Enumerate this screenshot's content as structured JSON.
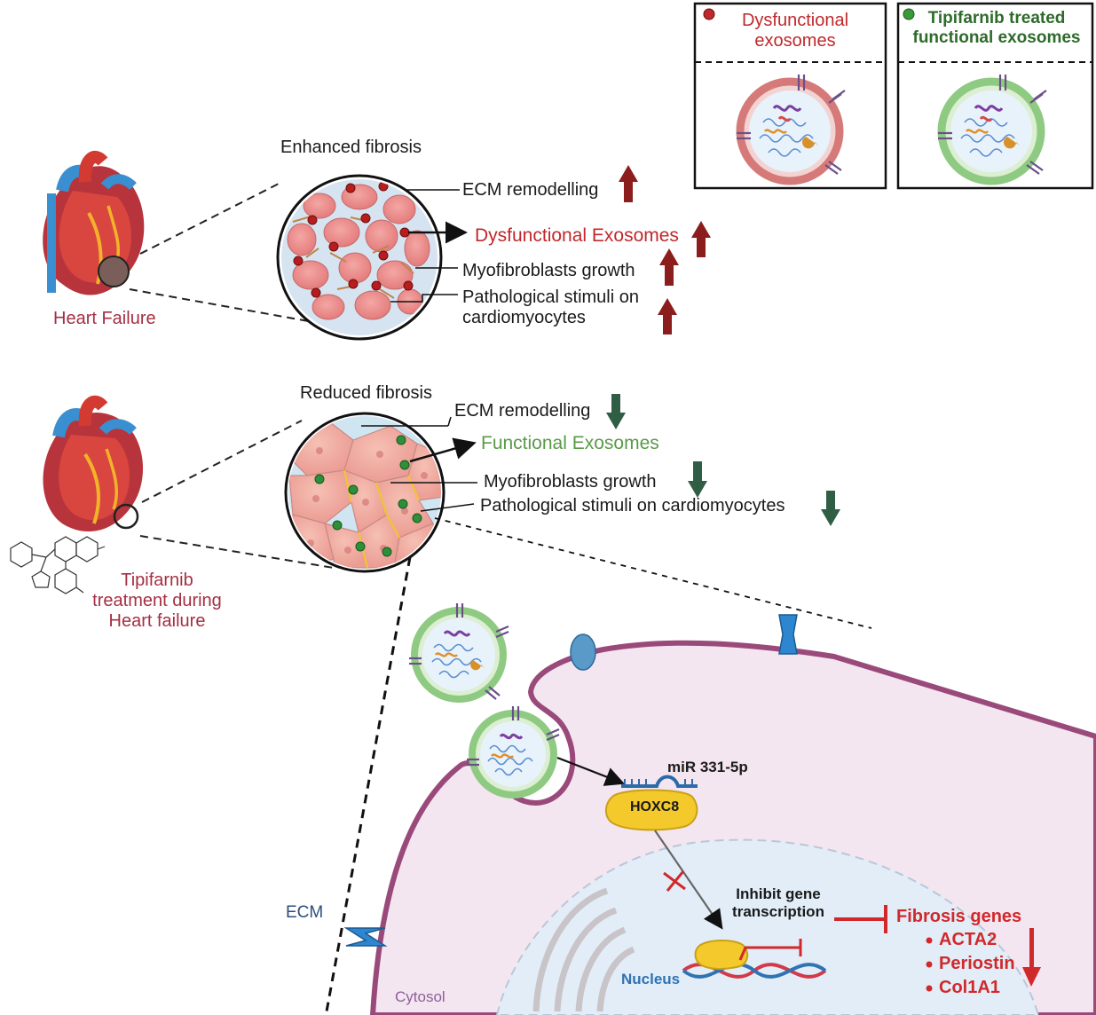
{
  "legend": {
    "dysfunctional": {
      "title": "Dysfunctional exosomes",
      "dot_color": "#c0282b"
    },
    "functional": {
      "title": "Tipifarnib treated functional exosomes",
      "dot_color": "#3a9a3a"
    }
  },
  "top_panel": {
    "heart_label": "Heart Failure",
    "circle_title": "Enhanced fibrosis",
    "effects": [
      {
        "text": "ECM remodelling",
        "trend": "up"
      },
      {
        "text": "Dysfunctional Exosomes",
        "trend": "up"
      },
      {
        "text": "Myofibroblasts growth",
        "trend": "up"
      },
      {
        "text": "Pathological stimuli on cardiomyocytes",
        "trend": "up"
      }
    ]
  },
  "middle_panel": {
    "heart_label": "Tipifarnib treatment during Heart failure",
    "circle_title": "Reduced fibrosis",
    "effects": [
      {
        "text": "ECM remodelling",
        "trend": "down"
      },
      {
        "text": "Functional Exosomes",
        "trend": "none"
      },
      {
        "text": "Myofibroblasts growth",
        "trend": "down"
      },
      {
        "text": "Pathological stimuli on cardiomyocytes",
        "trend": "down"
      }
    ]
  },
  "cell_panel": {
    "mirna_label": "miR 331-5p",
    "target_label": "HOXC8",
    "inhibit_label": "Inhibit gene transcription",
    "ecm_label": "ECM",
    "cytosol_label": "Cytosol",
    "nucleus_label": "Nucleus",
    "fibrosis_title": "Fibrosis genes",
    "genes": [
      "ACTA2",
      "Periostin",
      "Col1A1"
    ]
  },
  "colors": {
    "up_arrow": "#8c1d1d",
    "down_arrow": "#2f5e45",
    "dysfunctional_text": "#c0282b",
    "functional_text": "#5a9a48",
    "heart_label": "#a52f43",
    "fibrosis_text": "#d0292b",
    "cell_membrane": "#9a4a7a",
    "cytoplasm": "#f4e6f0",
    "nucleus": "#e2edf8"
  }
}
